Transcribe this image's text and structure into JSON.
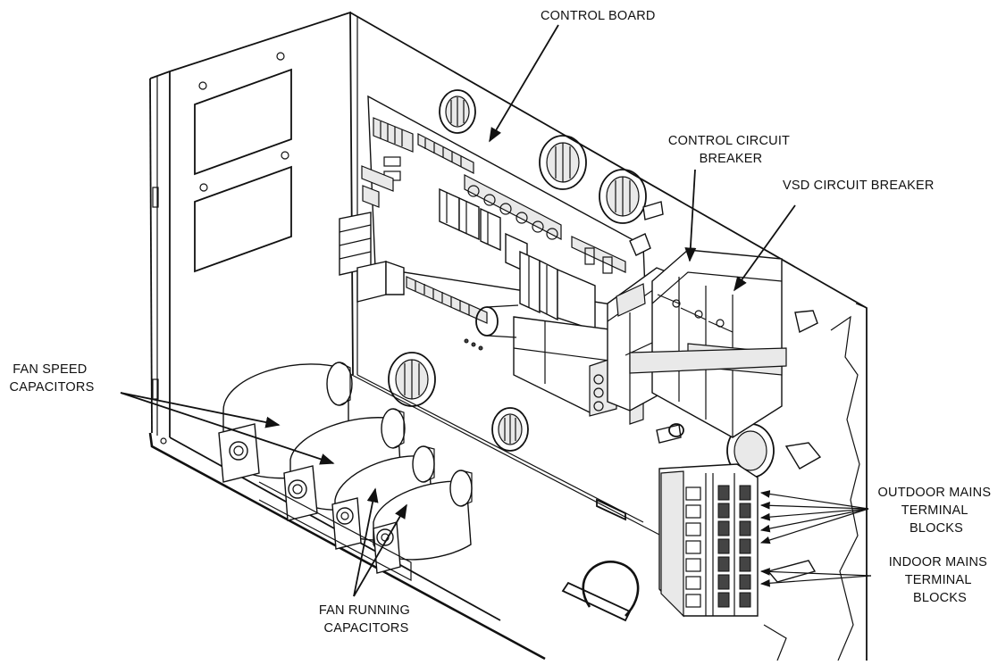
{
  "diagram": {
    "labels": {
      "control_board": "CONTROL BOARD",
      "control_circuit_breaker": [
        "CONTROL CIRCUIT",
        "BREAKER"
      ],
      "vsd_circuit_breaker": "VSD CIRCUIT BREAKER",
      "fan_speed_capacitors": [
        "FAN SPEED",
        "CAPACITORS"
      ],
      "fan_running_capacitors": [
        "FAN RUNNING",
        "CAPACITORS"
      ],
      "outdoor_mains_terminal_blocks": [
        "OUTDOOR MAINS",
        "TERMINAL",
        "BLOCKS"
      ],
      "indoor_mains_terminal_blocks": [
        "INDOOR MAINS",
        "TERMINAL",
        "BLOCKS"
      ]
    }
  }
}
